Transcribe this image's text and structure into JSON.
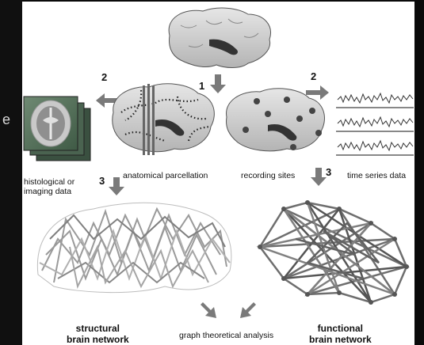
{
  "background": {
    "glyph": "e"
  },
  "steps": {
    "one": "1",
    "two_left": "2",
    "two_right": "2",
    "three_left": "3",
    "three_right": "3"
  },
  "labels": {
    "histological": "histological or\nimaging data",
    "anatomical_parcellation": "anatomical parcellation",
    "recording_sites": "recording sites",
    "time_series": "time series data",
    "structural": "structural\nbrain network",
    "functional": "functional\nbrain network",
    "graph_analysis": "graph theoretical analysis"
  },
  "colors": {
    "arrow": "#7a7a7a",
    "brain": "#cfcfcf",
    "edge": "#8a8a8a",
    "site": "#444444"
  },
  "icons": [
    "brain-icon",
    "mri-slice-icon",
    "arrow-icon"
  ]
}
